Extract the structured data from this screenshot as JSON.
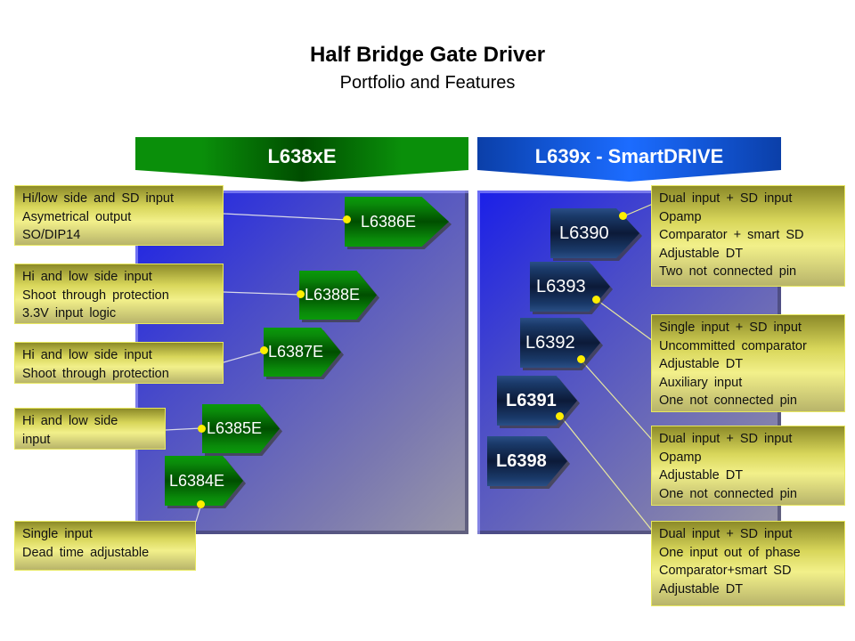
{
  "header": {
    "title": "Half Bridge Gate Driver",
    "subtitle": "Portfolio and Features"
  },
  "families": [
    {
      "name": "L638xE",
      "color": "#0a8f0a",
      "parts": [
        "L6386E",
        "L6388E",
        "L6387E",
        "L6385E",
        "L6384E"
      ]
    },
    {
      "name": "L639x - SmartDRIVE",
      "color": "#1256d6",
      "parts": [
        "L6390",
        "L6393",
        "L6392",
        "L6391",
        "L6398"
      ]
    }
  ],
  "left_notes": [
    {
      "part": "L6386E",
      "lines": [
        "Hi/low side and SD input",
        "Asymetrical output",
        "SO/DIP14"
      ]
    },
    {
      "part": "L6388E",
      "lines": [
        "Hi and low side input",
        "Shoot through protection",
        "3.3V input logic"
      ]
    },
    {
      "part": "L6387E",
      "lines": [
        "Hi and low side input",
        "Shoot through protection"
      ]
    },
    {
      "part": "L6385E",
      "lines": [
        "Hi and low side",
        "input"
      ]
    },
    {
      "part": "L6384E",
      "lines": [
        "Single input",
        "Dead time adjustable"
      ]
    }
  ],
  "right_notes": [
    {
      "part": "L6390",
      "lines": [
        "Dual input + SD input",
        "Opamp",
        "Comparator + smart SD",
        "Adjustable DT",
        "Two not connected pin"
      ]
    },
    {
      "part": "L6393",
      "lines": [
        "Single input + SD input",
        "Uncommitted comparator",
        "Adjustable DT",
        "Auxiliary input",
        "One not connected pin"
      ]
    },
    {
      "part": "L6392",
      "lines": [
        "Dual input + SD input",
        "Opamp",
        "Adjustable DT",
        "One not connected pin"
      ]
    },
    {
      "part": "L6391",
      "lines": [
        "Dual input + SD input",
        "One input out of phase",
        "Comparator+smart SD",
        "Adjustable DT"
      ]
    }
  ]
}
